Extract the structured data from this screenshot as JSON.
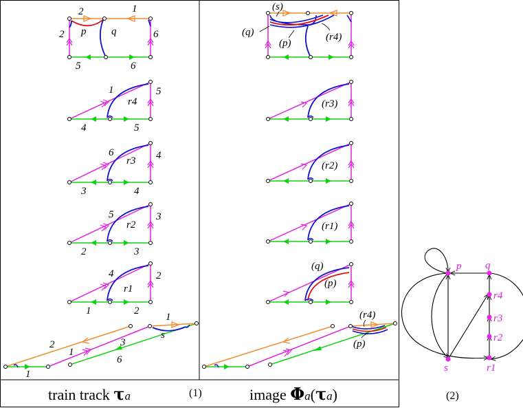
{
  "captions": {
    "left_prefix": "train track",
    "left_symbol": "τ",
    "left_sub": "a",
    "index_1": "(1)",
    "mid_prefix": "image",
    "mid_phi": "Φ",
    "mid_phi_sub": "a",
    "mid_open": "(",
    "mid_tau": "τ",
    "mid_tau_sub": "a",
    "mid_close": ")",
    "index_2": "(2)"
  },
  "left_panel": {
    "top_numbers": [
      "2",
      "1",
      "2",
      "6",
      "5",
      "6"
    ],
    "top_branches": [
      "p",
      "q"
    ],
    "stage_r4": {
      "edges": [
        "1",
        "5",
        "4",
        "5"
      ],
      "branch": "r4"
    },
    "stage_r3": {
      "edges": [
        "6",
        "4",
        "3",
        "4"
      ],
      "branch": "r3"
    },
    "stage_r2": {
      "edges": [
        "5",
        "3",
        "2",
        "3"
      ],
      "branch": "r2"
    },
    "stage_r1": {
      "edges": [
        "4",
        "2",
        "1",
        "2"
      ],
      "branch": "r1"
    },
    "bottom": {
      "edges": [
        "2",
        "1",
        "1",
        "3",
        "6",
        "1"
      ],
      "branch": "s"
    }
  },
  "mid_panel": {
    "top_labels": [
      "(s)",
      "(q)",
      "(p)",
      "(r4)"
    ],
    "stage_labels": [
      "(r3)",
      "(r2)",
      "(r1)"
    ],
    "pair_labels": [
      "(q)",
      "(p)"
    ],
    "bottom_labels": [
      "(r4)",
      "(p)"
    ]
  },
  "graph": {
    "nodes": [
      "p",
      "q",
      "r4",
      "r3",
      "r2",
      "s",
      "r1"
    ]
  },
  "colors": {
    "magenta": "#e020e0",
    "green": "#10d010",
    "orange": "#f08c30",
    "blue": "#1010d0",
    "red": "#e01010",
    "node": "#f020f0"
  }
}
